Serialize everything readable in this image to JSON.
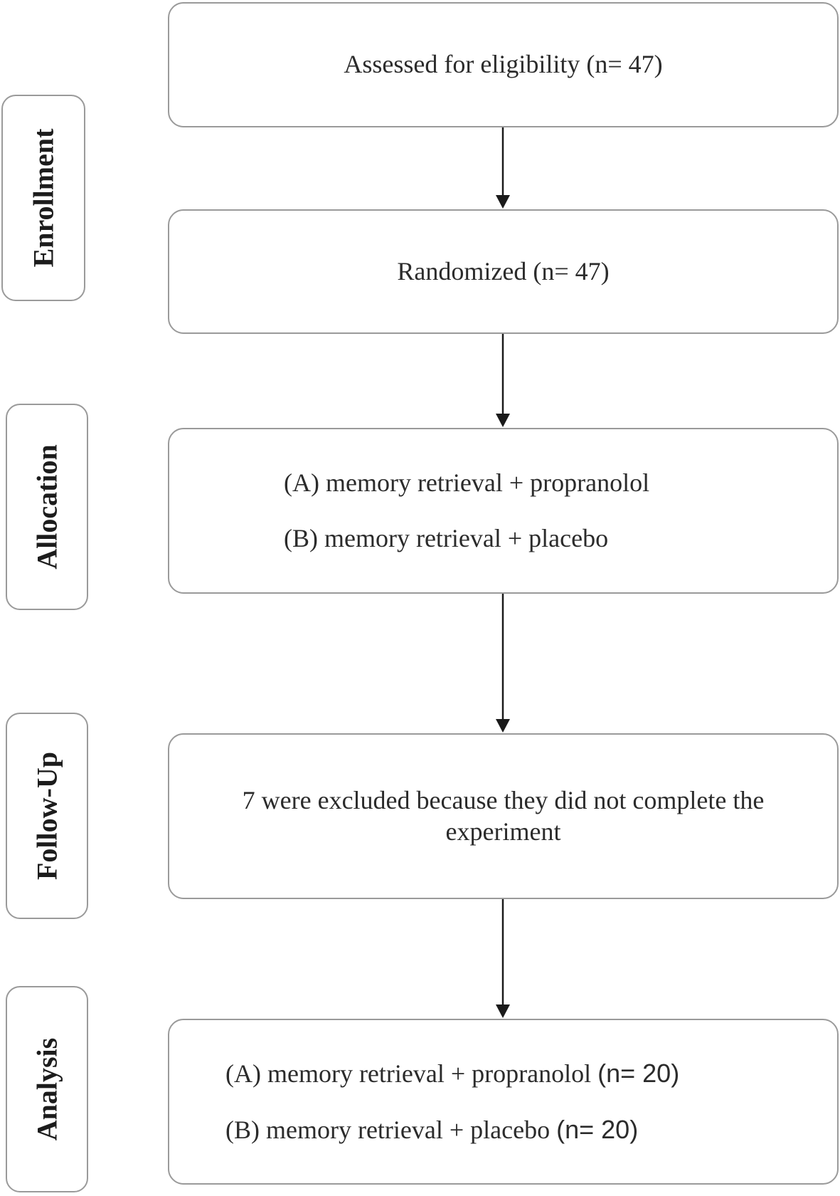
{
  "stages": {
    "enrollment": "Enrollment",
    "allocation": "Allocation",
    "follow_up": "Follow-Up",
    "analysis": "Analysis"
  },
  "boxes": {
    "assessed": "Assessed for eligibility (n= 47)",
    "randomized": "Randomized (n= 47)",
    "allocation": {
      "group_a": "(A) memory retrieval + propranolol",
      "group_b": "(B) memory retrieval + placebo"
    },
    "follow_up": {
      "line1": "7 were excluded because they did not complete the",
      "line2": "experiment"
    },
    "analysis": {
      "group_a": "(A) memory retrieval + propranolol",
      "group_a_n": "(n= 20)",
      "group_b": "(B) memory retrieval + placebo",
      "group_b_n": "(n= 20)"
    }
  },
  "colors": {
    "border": "#9a9a9a",
    "arrow": "#1a1a1a",
    "text": "#2b2b2b"
  }
}
